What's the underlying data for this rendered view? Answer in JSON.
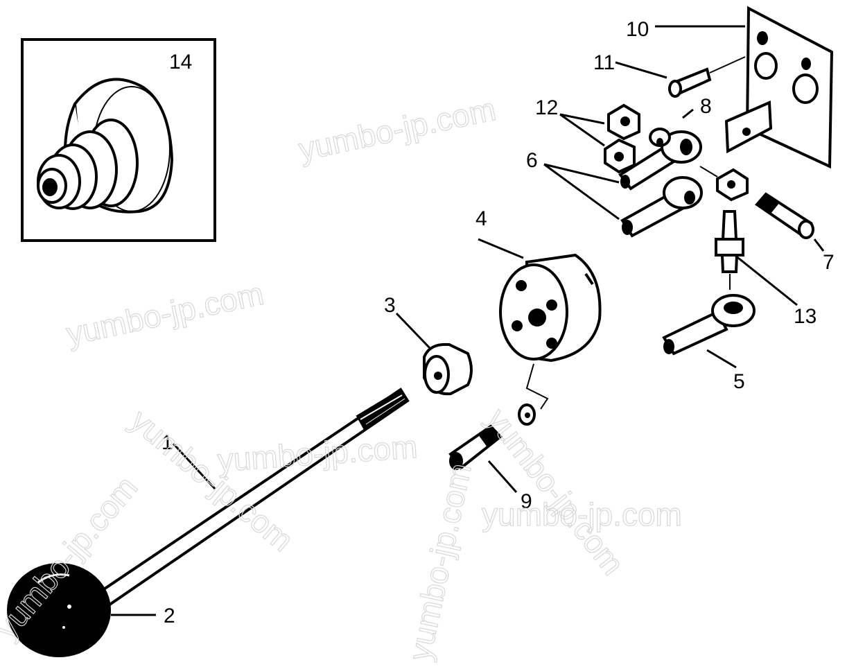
{
  "diagram": {
    "callouts": {
      "c1": "1",
      "c2": "2",
      "c3": "3",
      "c4": "4",
      "c5": "5",
      "c6": "6",
      "c7": "7",
      "c8": "8",
      "c9": "9",
      "c10": "10",
      "c11": "11",
      "c12": "12",
      "c13": "13",
      "c14": "14"
    },
    "watermark": "yumbo-jp.com"
  },
  "colors": {
    "ink": "#000000",
    "paper": "#ffffff",
    "watermark": "#d8d8d8"
  }
}
